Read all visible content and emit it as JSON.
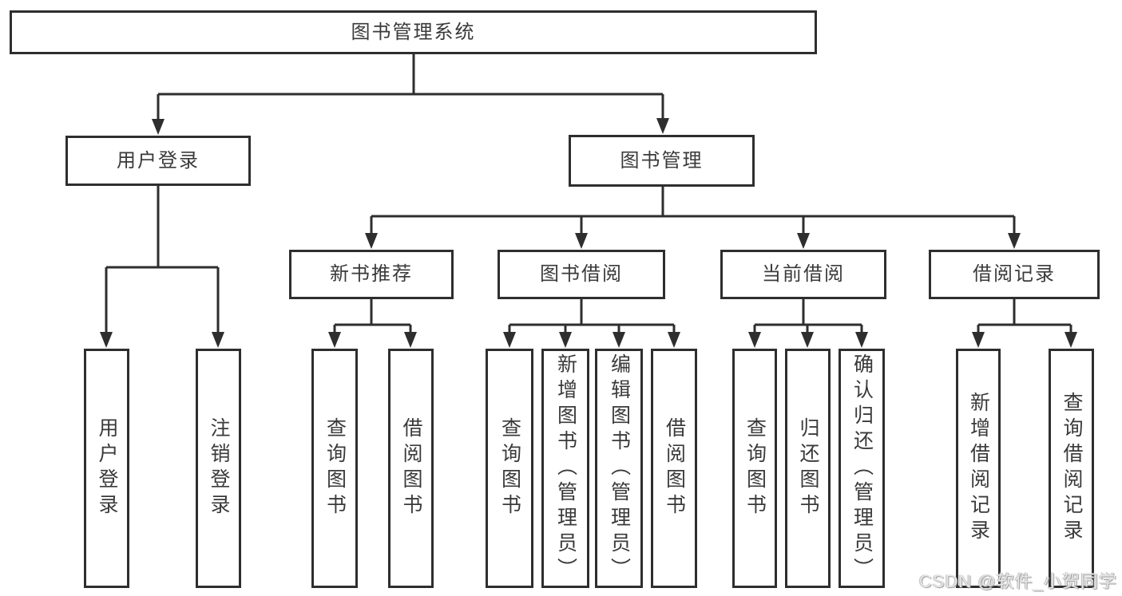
{
  "diagram": {
    "title": "图书管理系统",
    "branches": [
      {
        "label": "用户登录",
        "children": [
          {
            "label": "用户登录"
          },
          {
            "label": "注销登录"
          }
        ]
      },
      {
        "label": "图书管理",
        "children": [
          {
            "label": "新书推荐",
            "children": [
              {
                "label": "查询图书"
              },
              {
                "label": "借阅图书"
              }
            ]
          },
          {
            "label": "图书借阅",
            "children": [
              {
                "label": "查询图书"
              },
              {
                "label": "新增图书（管理员）"
              },
              {
                "label": "编辑图书（管理员）"
              },
              {
                "label": "借阅图书"
              }
            ]
          },
          {
            "label": "当前借阅",
            "children": [
              {
                "label": "查询图书"
              },
              {
                "label": "归还图书"
              },
              {
                "label": "确认归还（管理员）"
              }
            ]
          },
          {
            "label": "借阅记录",
            "children": [
              {
                "label": "新增借阅记录"
              },
              {
                "label": "查询借阅记录"
              }
            ]
          }
        ]
      }
    ]
  },
  "colors": {
    "line": "#2e2e2e",
    "border": "#2e2e2e",
    "text": "#3a3a3a",
    "background": "#ffffff"
  },
  "watermark": "CSDN @软件_小贺同学"
}
